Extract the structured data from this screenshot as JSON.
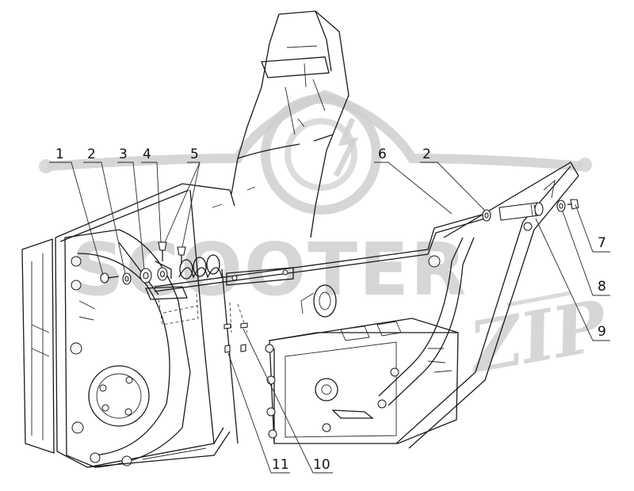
{
  "callouts": [
    {
      "id": "1",
      "label": "1"
    },
    {
      "id": "2a",
      "label": "2"
    },
    {
      "id": "3",
      "label": "3"
    },
    {
      "id": "4",
      "label": "4"
    },
    {
      "id": "5",
      "label": "5"
    },
    {
      "id": "6",
      "label": "6"
    },
    {
      "id": "2b",
      "label": "2"
    },
    {
      "id": "7",
      "label": "7"
    },
    {
      "id": "8",
      "label": "8"
    },
    {
      "id": "9",
      "label": "9"
    },
    {
      "id": "10",
      "label": "10"
    },
    {
      "id": "11",
      "label": "11"
    }
  ],
  "watermark": {
    "brand_line1": "SCOOTER",
    "brand_line2": "ZIP"
  }
}
